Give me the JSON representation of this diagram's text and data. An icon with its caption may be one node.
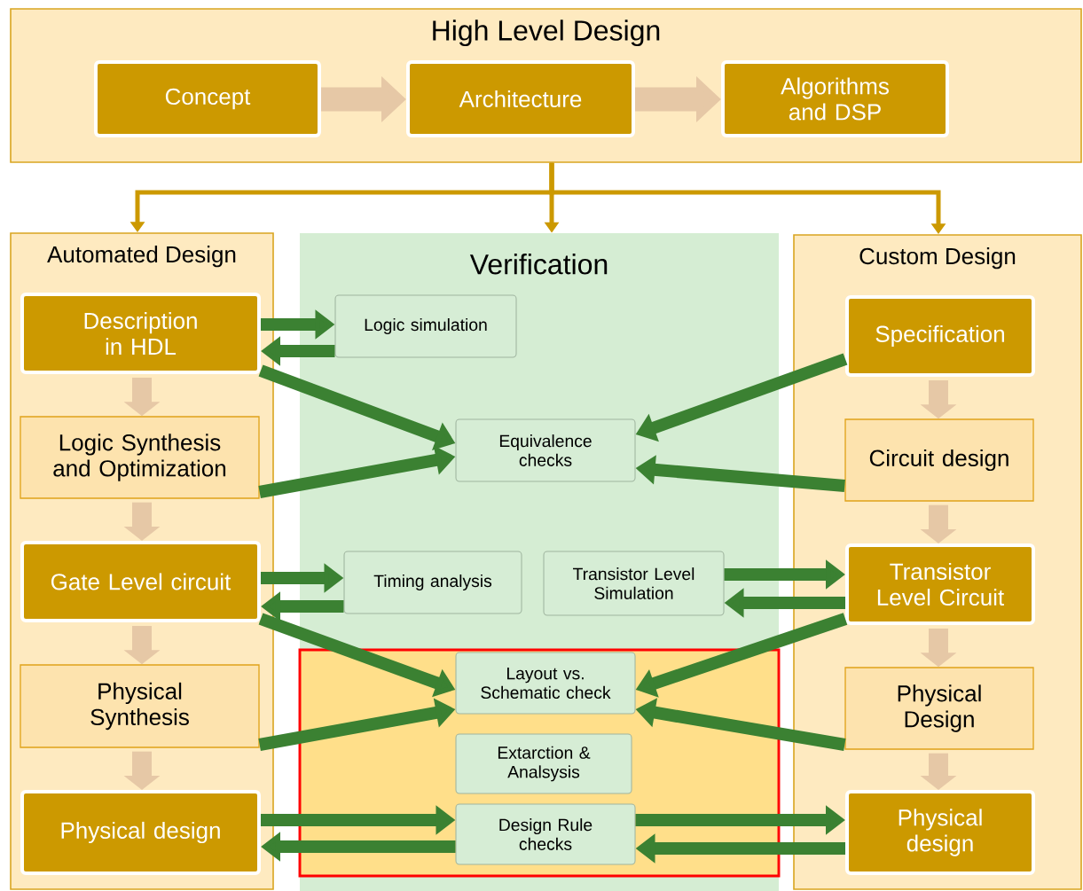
{
  "diagram": {
    "nodes": [
      {
        "text": [
          "High Level Design"
        ]
      },
      {
        "text": [
          "Concept"
        ],
        "in": 0
      },
      {
        "text": [
          "Architecture"
        ],
        "in": 0
      },
      {
        "text": [
          "Algorithms and DSP"
        ],
        "in": 0
      },
      {
        "text": [
          "Automated Design"
        ]
      },
      {
        "text": [
          "Description in HDL"
        ],
        "in": 4
      },
      {
        "text": [
          "Logic Synthesis and Optimization"
        ],
        "in": 4
      },
      {
        "text": [
          "Gate Level circuit"
        ],
        "in": 4
      },
      {
        "text": [
          "Physical Synthesis"
        ],
        "in": 4
      },
      {
        "text": [
          "Physical design"
        ],
        "in": 4
      },
      {
        "text": [
          "Verification"
        ]
      },
      {
        "text": [
          "Logic simulation"
        ],
        "in": 10
      },
      {
        "text": [
          "Equivalence checks"
        ],
        "in": 10
      },
      {
        "text": [
          "Timing analysis"
        ],
        "in": 10
      },
      {
        "text": [
          "Transistor Level Simulation"
        ],
        "in": 10
      },
      {
        "text": [],
        "shape": "box",
        "in": 10
      },
      {
        "text": [
          "Layout vs. Schematic check"
        ],
        "in": 15
      },
      {
        "text": [
          "Extarction & Analsysis"
        ],
        "in": 15
      },
      {
        "text": [
          "Design Rule checks"
        ],
        "in": 15
      },
      {
        "text": [
          "Custom Design"
        ]
      },
      {
        "text": [
          "Specification"
        ],
        "in": 19
      },
      {
        "text": [
          "Circuit design"
        ],
        "in": 19
      },
      {
        "text": [
          "Transistor Level Circuit"
        ],
        "in": 19
      },
      {
        "text": [
          "Physical Design"
        ],
        "in": 19
      },
      {
        "text": [
          "Physical design"
        ],
        "in": 19
      }
    ],
    "edges": [
      {
        "from": 1,
        "to": 2,
        "arrow": "to",
        "color": "#e6c8a6",
        "style": "thick"
      },
      {
        "from": 2,
        "to": 3,
        "arrow": "to",
        "color": "#e6c8a6",
        "style": "thick"
      },
      {
        "from": 0,
        "to": 4,
        "arrow": "to",
        "color": "#cc9900"
      },
      {
        "from": 0,
        "to": 10,
        "arrow": "to",
        "color": "#cc9900"
      },
      {
        "from": 0,
        "to": 19,
        "arrow": "to",
        "color": "#cc9900"
      },
      {
        "from": 5,
        "to": 6,
        "arrow": "to",
        "color": "#e6c8a6"
      },
      {
        "from": 6,
        "to": 7,
        "arrow": "to",
        "color": "#e6c8a6"
      },
      {
        "from": 7,
        "to": 8,
        "arrow": "to",
        "color": "#e6c8a6"
      },
      {
        "from": 8,
        "to": 9,
        "arrow": "to",
        "color": "#e6c8a6"
      },
      {
        "from": 20,
        "to": 21,
        "arrow": "to",
        "color": "#e6c8a6"
      },
      {
        "from": 21,
        "to": 22,
        "arrow": "to",
        "color": "#e6c8a6"
      },
      {
        "from": 22,
        "to": 23,
        "arrow": "to",
        "color": "#e6c8a6"
      },
      {
        "from": 23,
        "to": 24,
        "arrow": "to",
        "color": "#e6c8a6"
      },
      {
        "from": 5,
        "to": 11,
        "arrow": "to"
      },
      {
        "from": 11,
        "to": 5,
        "arrow": "to"
      },
      {
        "from": 5,
        "to": 12,
        "arrow": "to"
      },
      {
        "from": 6,
        "to": 12,
        "arrow": "to"
      },
      {
        "from": 20,
        "to": 12,
        "arrow": "to"
      },
      {
        "from": 21,
        "to": 12,
        "arrow": "to"
      },
      {
        "from": 7,
        "to": 13,
        "arrow": "to"
      },
      {
        "from": 13,
        "to": 7,
        "arrow": "to"
      },
      {
        "from": 14,
        "to": 22,
        "arrow": "to"
      },
      {
        "from": 22,
        "to": 14,
        "arrow": "to"
      },
      {
        "from": 7,
        "to": 16,
        "arrow": "to"
      },
      {
        "from": 8,
        "to": 16,
        "arrow": "to"
      },
      {
        "from": 22,
        "to": 16,
        "arrow": "to"
      },
      {
        "from": 23,
        "to": 16,
        "arrow": "to"
      },
      {
        "from": 9,
        "to": 18,
        "arrow": "to"
      },
      {
        "from": 18,
        "to": 9,
        "arrow": "to"
      },
      {
        "from": 18,
        "to": 24,
        "arrow": "to"
      },
      {
        "from": 24,
        "to": 18,
        "arrow": "to"
      }
    ]
  }
}
